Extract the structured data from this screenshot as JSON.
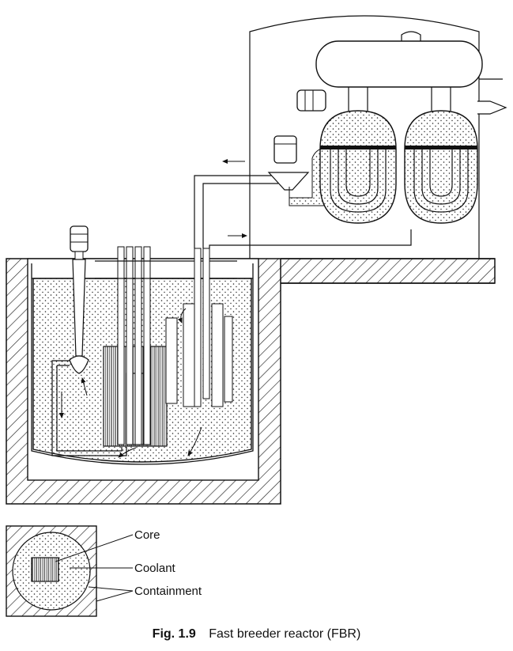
{
  "figure": {
    "caption_number": "Fig. 1.9",
    "caption_title": "Fast breeder reactor (FBR)"
  },
  "legend": {
    "core": "Core",
    "coolant": "Coolant",
    "containment": "Containment"
  }
}
